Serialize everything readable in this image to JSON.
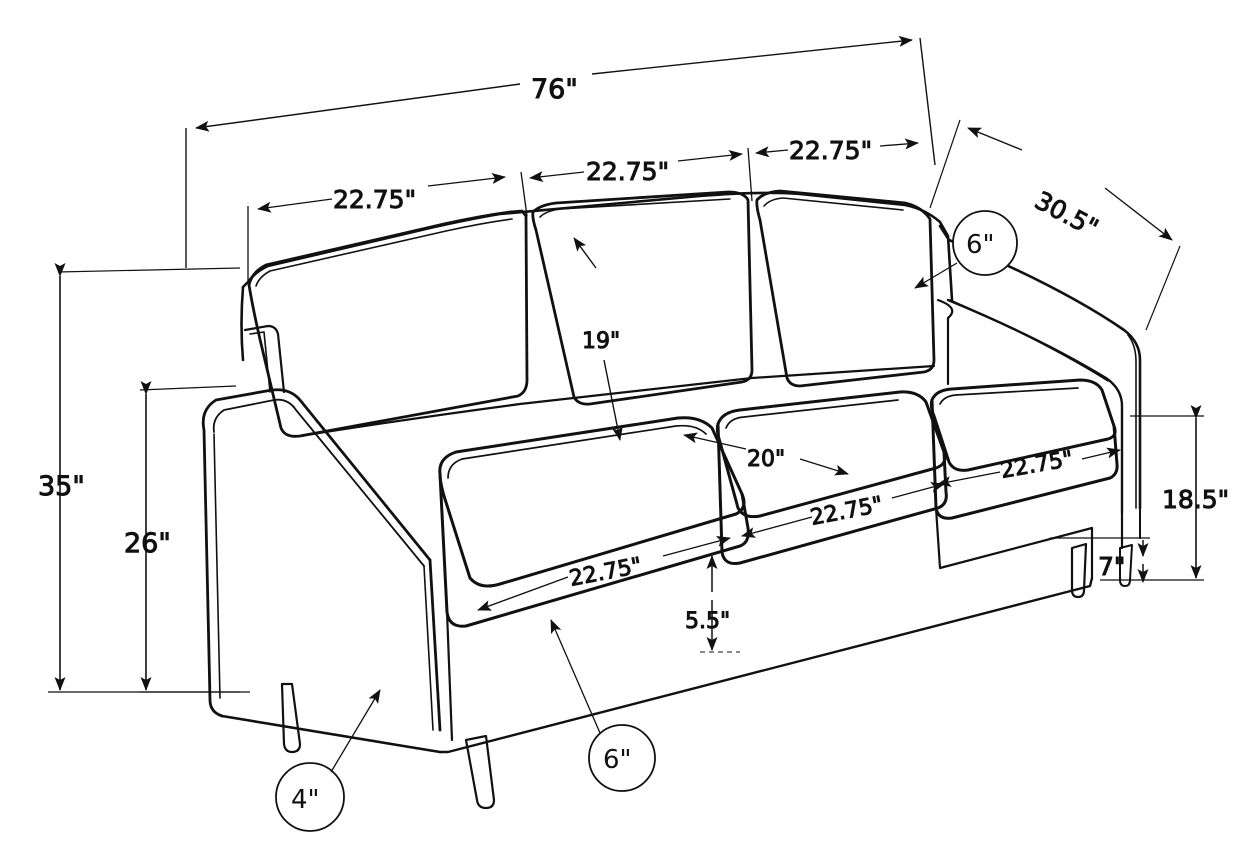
{
  "drawing": {
    "title": "Sofa dimension diagram",
    "unit": "inches",
    "line_color": "#111111",
    "background_color": "#ffffff",
    "view": "three-quarter perspective"
  },
  "dimensions": {
    "overall_width": "76\"",
    "overall_height": "35\"",
    "back_height_to_cushion_top": "26\"",
    "depth": "30.5\"",
    "seat_height": "18.5\"",
    "leg_height": "7\"",
    "back_cushion_height": "19\"",
    "seat_depth": "20\"",
    "seat_cushion_thickness": "5.5\"",
    "section_width_1": "22.75\"",
    "section_width_2": "22.75\"",
    "section_width_3": "22.75\"",
    "cushion_width_left": "22.75\"",
    "cushion_width_center": "22.75\"",
    "cushion_width_right": "22.75\""
  },
  "callouts": [
    {
      "id": "arm-width",
      "label": "4\""
    },
    {
      "id": "base-skirt",
      "label": "6\""
    },
    {
      "id": "back-cushion-thickness",
      "label": "6\""
    }
  ],
  "labels": {
    "w76": "76\"",
    "h35": "35\"",
    "h26": "26\"",
    "d305": "30.5\"",
    "seat185": "18.5\"",
    "leg7": "7\"",
    "back19": "19\"",
    "depth20": "20\"",
    "thick55": "5.5\"",
    "secA": "22.75\"",
    "secB": "22.75\"",
    "secC": "22.75\"",
    "cushA": "22.75\"",
    "cushB": "22.75\"",
    "cushC": "22.75\"",
    "call4": "4\"",
    "call6a": "6\"",
    "call6b": "6\""
  }
}
